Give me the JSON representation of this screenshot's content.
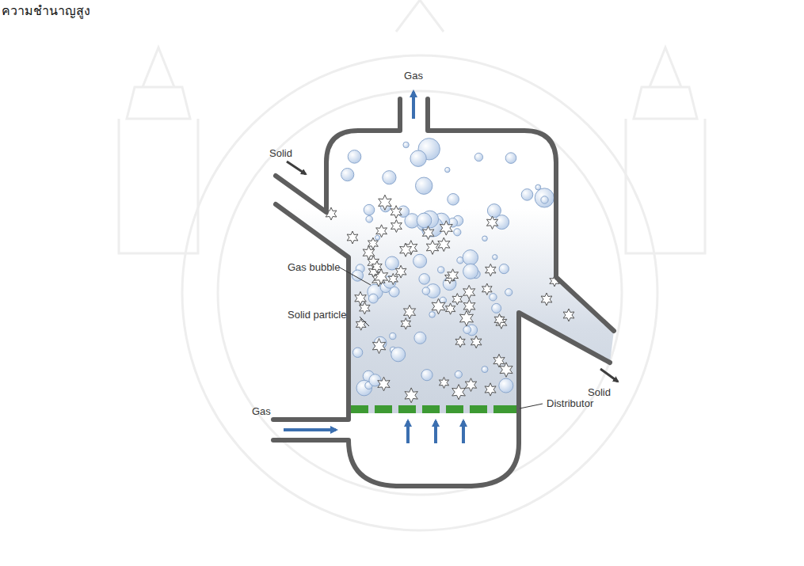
{
  "diagram": {
    "labels": [
      "ความชำนาญสูง",
      "Gas",
      "Solid",
      "Gas bubble",
      "Solid particle",
      "Gas",
      "Distributor",
      "Solid"
    ]
  }
}
